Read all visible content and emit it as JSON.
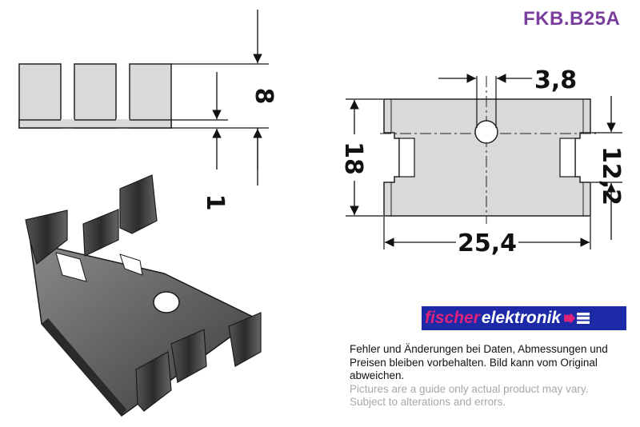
{
  "part_number": "FKB.B25A",
  "dimensions": {
    "hole_width": "3,8",
    "height": "18",
    "inner_height": "12,2",
    "length": "25,4",
    "fin_height": "8",
    "thickness": "1"
  },
  "brand": {
    "word1": "fischer",
    "word2": "elektronik"
  },
  "notice": {
    "de_line1": "Fehler und Änderungen bei Daten, Abmessungen und",
    "de_line2": "Preisen bleiben vorbehalten. Bild kann vom Original",
    "de_line3": "abweichen.",
    "en_line1": "Pictures are a guide only actual product may vary.",
    "en_line2": "Subject to alterations and errors."
  },
  "colors": {
    "part_code": "#7a3f9d",
    "logo_background": "#1d2aa8",
    "logo_accent": "#e0237a",
    "drawing_fill": "#d9d9d9"
  }
}
